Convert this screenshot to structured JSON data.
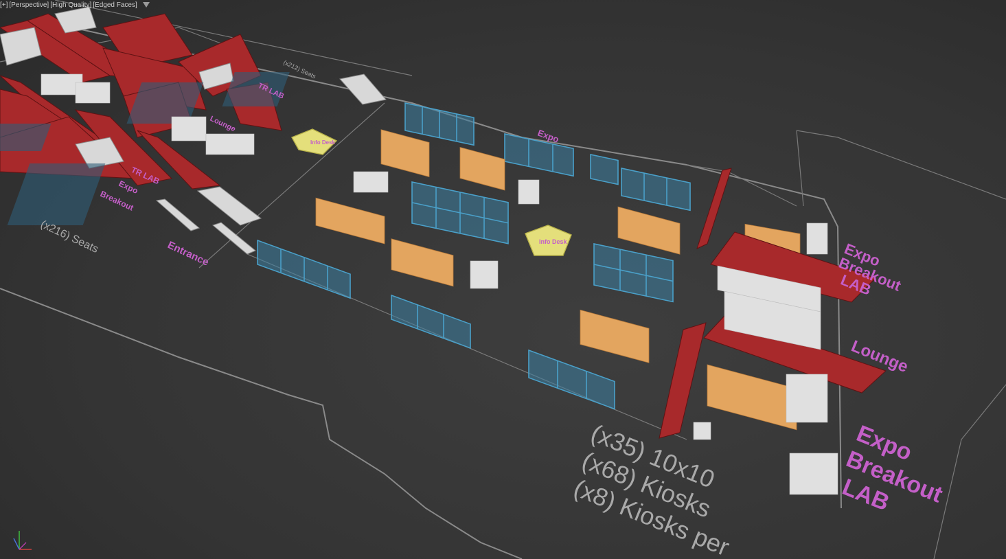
{
  "viewport": {
    "menu": {
      "plus": "[+]",
      "view": "[Perspective]",
      "shading": "[High Quality]",
      "edges": "[Edged Faces]"
    }
  },
  "scene": {
    "labels": {
      "expo_breakout_lab_1": [
        "Expo",
        "Breakout",
        "LAB"
      ],
      "lounge_1": "Lounge",
      "expo_breakout_lab_2": [
        "Expo",
        "Breakout",
        "LAB"
      ],
      "expo_top": "Expo",
      "entrance": "Entrance",
      "seats_216": "(x216) Seats",
      "seats_top": "(x212) Seats",
      "tr_lab_left": "TR LAB",
      "expo_left": "Expo",
      "breakout_left": "Breakout",
      "lounge_left": "Lounge",
      "tr_lab_upper": "TR LAB",
      "info_desk_center": "Info Desk",
      "info_desk_left": "Info Desk"
    },
    "counts": [
      "(x35) 10x10",
      "(x68) Kiosks",
      "(x8) Kiosks per"
    ]
  },
  "colors": {
    "background": "#3a3a3a",
    "walls": "#a8292b",
    "booths": "#4aa0c9",
    "chairs_orange": "#e3a55f",
    "chairs_white": "#e0e0e0",
    "labels_purple": "#c45fc8",
    "labels_grey": "#a9a9a9",
    "info_desk": "#e4df7b"
  },
  "gizmo": {
    "icon": "axis-gizmo-icon"
  }
}
